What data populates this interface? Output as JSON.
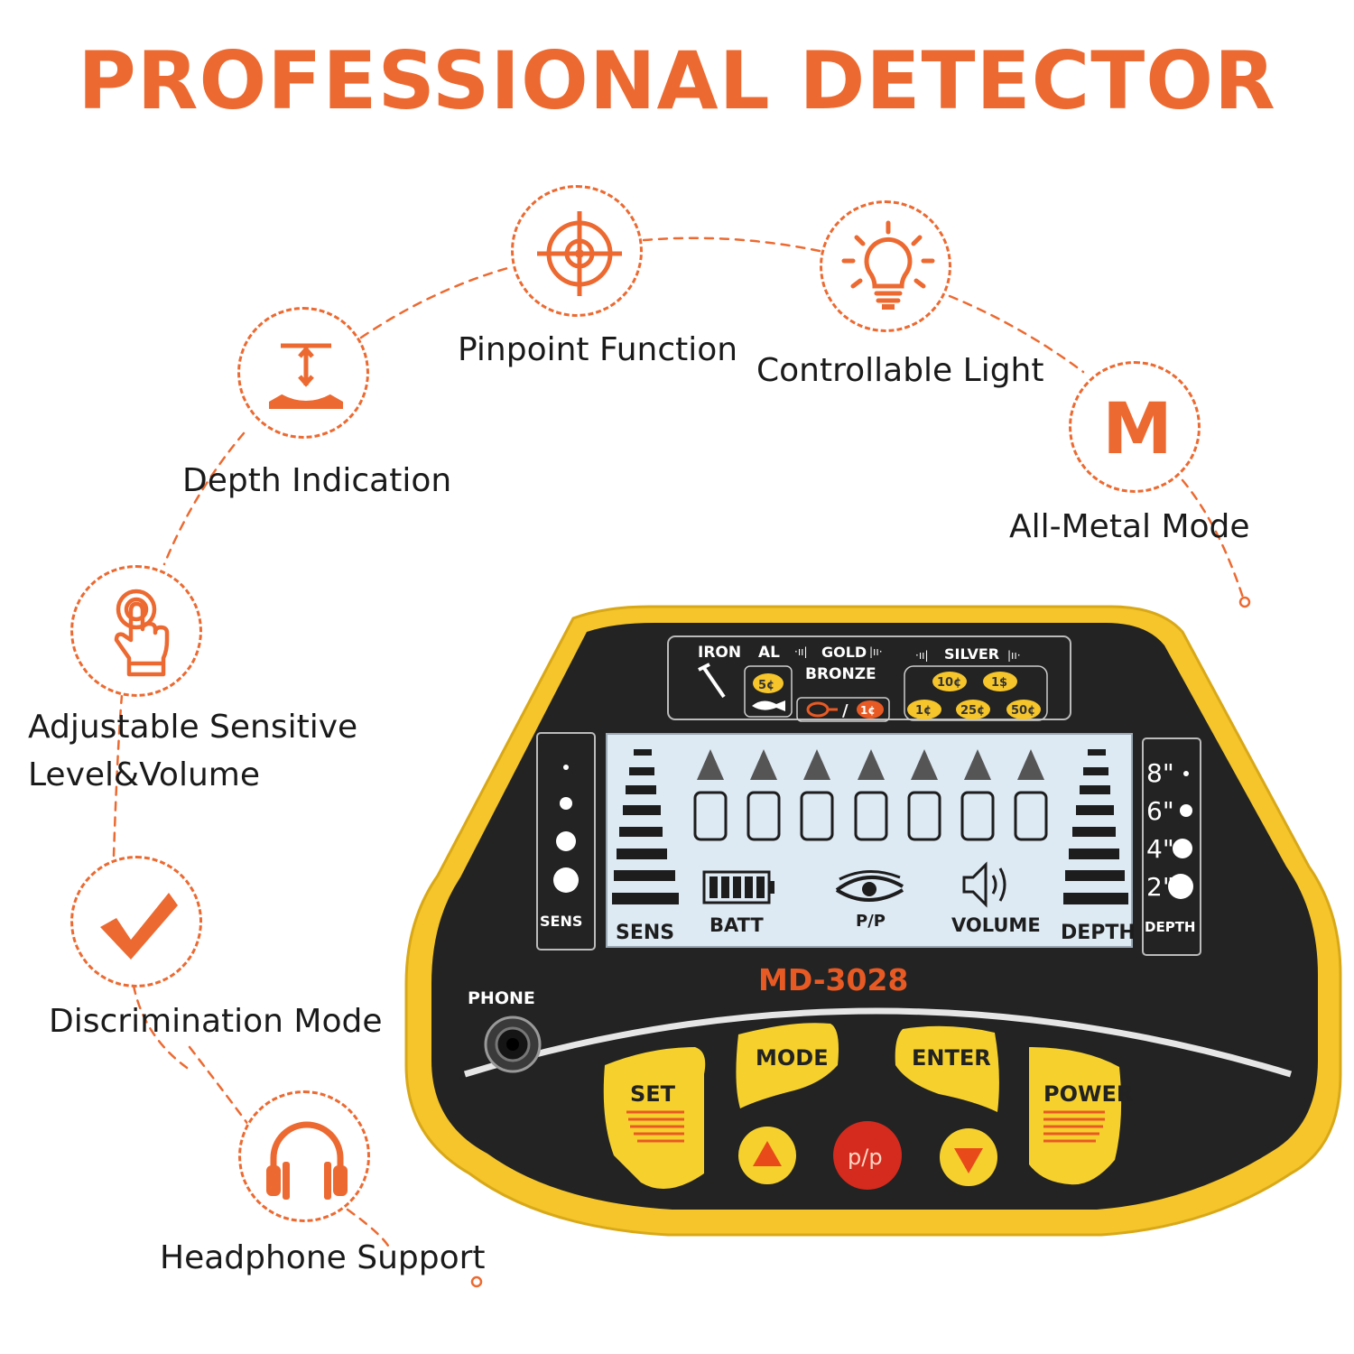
{
  "headline": "PROFESSIONAL DETECTOR",
  "features": {
    "depth": "Depth Indication",
    "pinpoint": "Pinpoint Function",
    "light": "Controllable Light",
    "allmetal": "All-Metal Mode",
    "allmetal_icon_letter": "M",
    "sensitive_line1": "Adjustable Sensitive",
    "sensitive_line2": "Level&Volume",
    "discrimination": "Discrimination Mode",
    "headphone": "Headphone Support"
  },
  "icons": {
    "depth": "depth-gauge-icon",
    "pinpoint": "crosshair-target-icon",
    "light": "light-bulb-icon",
    "allmetal": "letter-m-icon",
    "sensitive": "tap-hand-icon",
    "discrimination": "checkmark-icon",
    "headphone": "headphones-icon"
  },
  "device": {
    "model": "MD-3028",
    "phone_label": "PHONE",
    "target_labels": {
      "iron": "IRON",
      "al": "AL",
      "gold": "GOLD",
      "bronze": "BRONZE",
      "silver": "SILVER",
      "coin_5": "5¢",
      "coin_1": "1¢",
      "coin_1_red": "1¢",
      "coin_10": "10¢",
      "coin_dollar": "1$",
      "coin_25": "25¢",
      "coin_50": "50¢"
    },
    "left_panel_label": "SENS",
    "right_panel_label": "DEPTH",
    "depth_marks": [
      "8\"",
      "6\"",
      "4\"",
      "2\""
    ],
    "lcd": {
      "sens": "SENS",
      "batt": "BATT",
      "pp": "P/P",
      "volume": "VOLUME",
      "depth": "DEPTH"
    },
    "buttons": {
      "set": "SET",
      "mode": "MODE",
      "enter": "ENTER",
      "power": "POWER",
      "pp": "p/p"
    }
  },
  "colors": {
    "accent": "#ec6a31",
    "device_yellow": "#f5c52b",
    "panel_black": "#222222",
    "lcd_bg": "#dde9f3",
    "button_yellow": "#f6d12e",
    "model_orange": "#e85a24",
    "pp_red": "#d42b1e"
  }
}
